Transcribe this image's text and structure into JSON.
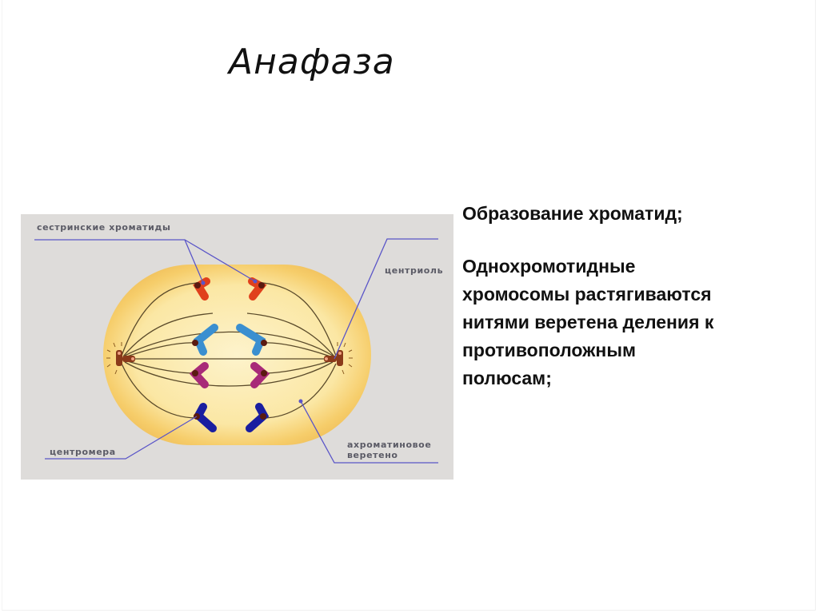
{
  "slide": {
    "title": "Анафаза",
    "text": {
      "point1": "Образование хроматид;",
      "point2_lines": [
        "Однохромотидные",
        "хромосомы растягиваются",
        "нитями веретена деления к",
        "противоположным",
        "полюсам;"
      ]
    },
    "diagram": {
      "labels": {
        "sister_chromatids": "сестринские хроматиды",
        "centriole": "центриоль",
        "centromere": "центромера",
        "spindle_line1": "ахроматиновое",
        "spindle_line2": "веретено"
      },
      "colors": {
        "background": "#dedcda",
        "cell_fill": "#fbe9a8",
        "cell_edge": "#f3c35a",
        "pointer_line": "#5a55c8",
        "spindle_fiber": "#5a4a2a",
        "centromere": "#5a1a10",
        "chromosome_red": "#e0401c",
        "chromosome_lightblue": "#3a8fd0",
        "chromosome_magenta": "#a82a78",
        "chromosome_darkblue": "#1a1ea0",
        "centriole": "#8a3a1a"
      }
    }
  }
}
